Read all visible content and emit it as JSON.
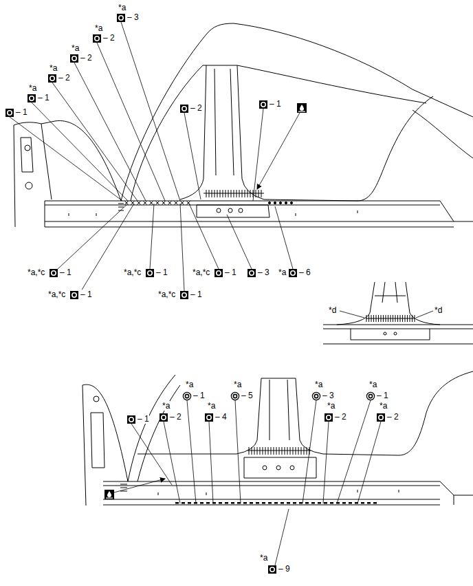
{
  "diagram": {
    "labels": [
      "*a",
      "– 3",
      "*a",
      "– 2",
      "*a",
      "– 2",
      "*a",
      "– 2",
      "*a",
      "– 1",
      "– 1",
      "– 2",
      "– 1",
      "*a,*c",
      "– 1",
      "*a,*c",
      "– 1",
      "*a,*c",
      "– 1",
      "*a,*c",
      "– 1",
      "*a,*c",
      "– 1",
      "– 3",
      "*a",
      "– 6",
      "*d",
      "*d",
      "– 1",
      "*a",
      "– 2",
      "*a",
      "– 1",
      "*a",
      "– 4",
      "*a",
      "– 5",
      "*a",
      "– 3",
      "*a",
      "– 2",
      "*a",
      "– 1",
      "*a",
      "– 2",
      "*a",
      "– 9"
    ]
  }
}
